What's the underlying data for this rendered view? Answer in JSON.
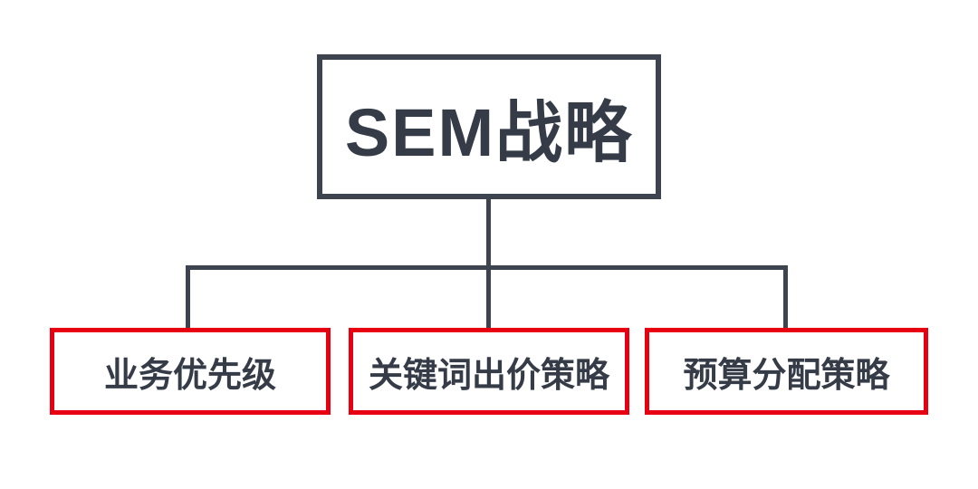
{
  "diagram": {
    "type": "tree",
    "root": {
      "label": "SEM战略"
    },
    "children": [
      {
        "label": "业务优先级"
      },
      {
        "label": "关键词出价策略"
      },
      {
        "label": "预算分配策略"
      }
    ],
    "colors": {
      "line": "#3d4450",
      "root_border": "#3d4450",
      "child_border": "#e60012",
      "text": "#353c47",
      "background": "#ffffff"
    }
  }
}
